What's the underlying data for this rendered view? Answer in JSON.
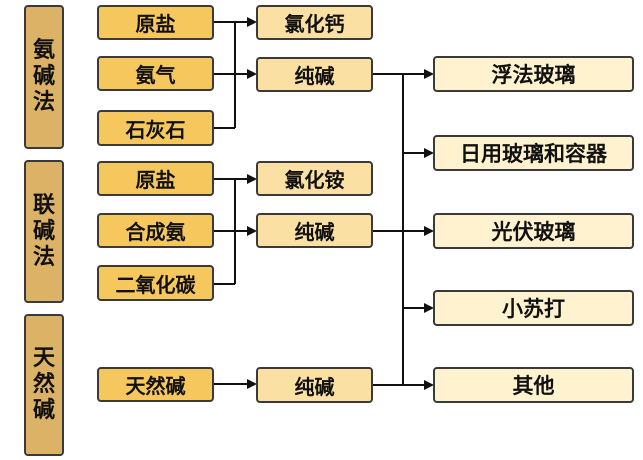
{
  "methods": [
    {
      "label": [
        "氨",
        "碱",
        "法"
      ]
    },
    {
      "label": [
        "联",
        "碱",
        "法"
      ]
    },
    {
      "label": [
        "天",
        "然",
        "碱"
      ]
    }
  ],
  "inputs": {
    "ammonia_soda": [
      "原盐",
      "氨气",
      "石灰石"
    ],
    "combined_soda": [
      "原盐",
      "合成氨",
      "二氧化碳"
    ],
    "natural_soda": [
      "天然碱"
    ]
  },
  "byproducts": {
    "ammonia_soda": "氯化钙",
    "combined_soda": "氯化铵"
  },
  "soda_ash": {
    "ammonia_soda": "纯碱",
    "combined_soda": "纯碱",
    "natural_soda": "纯碱"
  },
  "applications": [
    "浮法玻璃",
    "日用玻璃和容器",
    "光伏玻璃",
    "小苏打",
    "其他"
  ],
  "colors": {
    "method_fill": "#dcb267",
    "input_fill": "#f6c75d",
    "intermediate_fill": "#fbe0a3",
    "application_fill": "#fef2cf",
    "stroke": "#3a3a3a"
  }
}
